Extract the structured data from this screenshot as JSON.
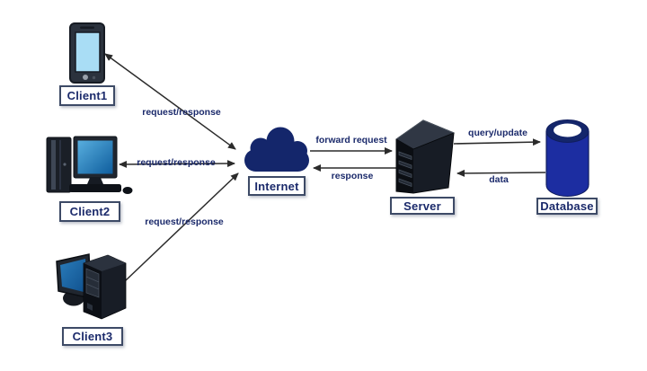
{
  "diagram_type": "client-server-architecture",
  "colors": {
    "background": "#ffffff",
    "cloud_navy": "#14266b",
    "label_text_navy": "#1b2a6b",
    "box_border": "#3d4a66",
    "arrow_dark": "#2b2b2b",
    "database_blue": "#1c2da1",
    "monitor_screen_blue": "#1663a3",
    "phone_screen_lightblue": "#a9ddf5",
    "device_dark": "#12161d"
  },
  "nodes": [
    {
      "id": "client1",
      "label": "Client1",
      "icon": "smartphone-icon"
    },
    {
      "id": "client2",
      "label": "Client2",
      "icon": "desktop-computer-icon"
    },
    {
      "id": "client3",
      "label": "Client3",
      "icon": "workstation-3d-icon"
    },
    {
      "id": "internet",
      "label": "Internet",
      "icon": "cloud-icon"
    },
    {
      "id": "server",
      "label": "Server",
      "icon": "server-tower-icon"
    },
    {
      "id": "database",
      "label": "Database",
      "icon": "database-cylinder-icon"
    }
  ],
  "edges": [
    {
      "id": "client1-internet",
      "label": "request/response",
      "direction": "bidirectional"
    },
    {
      "id": "client2-internet",
      "label": "request/response",
      "direction": "bidirectional"
    },
    {
      "id": "client3-internet",
      "label": "request/response",
      "direction": "to-internet"
    },
    {
      "id": "internet-server",
      "label": "forward request",
      "direction": "to-server"
    },
    {
      "id": "server-internet",
      "label": "response",
      "direction": "to-internet"
    },
    {
      "id": "server-database",
      "label": "query/update",
      "direction": "to-database"
    },
    {
      "id": "database-server",
      "label": "data",
      "direction": "to-server"
    }
  ]
}
